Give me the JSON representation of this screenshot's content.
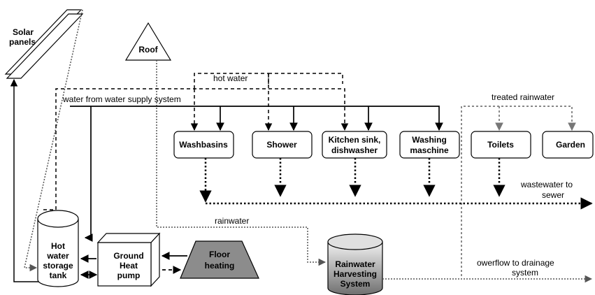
{
  "nodes": {
    "solar_panels": {
      "line1": "Solar",
      "line2": "panels"
    },
    "roof": "Roof",
    "washbasins": "Washbasins",
    "shower": "Shower",
    "kitchen": {
      "line1": "Kitchen sink,",
      "line2": "dishwasher"
    },
    "washing": {
      "line1": "Washing",
      "line2": "maschine"
    },
    "toilets": "Toilets",
    "garden": "Garden",
    "hot_water_tank": {
      "line1": "Hot",
      "line2": "water",
      "line3": "storage",
      "line4": "tank"
    },
    "heat_pump": {
      "line1": "Ground",
      "line2": "Heat",
      "line3": "pump"
    },
    "floor_heating": {
      "line1": "Floor",
      "line2": "heating"
    },
    "rainwater_system": {
      "line1": "Rainwater",
      "line2": "Harvesting",
      "line3": "System"
    }
  },
  "flow_labels": {
    "hot_water": "hot water",
    "water_supply": "water from water supply system",
    "treated_rainwater": "treated rainwater",
    "wastewater": {
      "line1": "wastewater to",
      "line2": "sewer"
    },
    "rainwater": "rainwater",
    "overflow": {
      "line1": "owerflow to drainage",
      "line2": "system"
    }
  },
  "colors": {
    "line": "#000000",
    "dotted": "#555555",
    "treated": "#777777",
    "floor_heating_fill": "#8c8c8c",
    "tank_fill_light": "#e8e8e8",
    "tank_fill_dark": "#6f6f6f"
  }
}
